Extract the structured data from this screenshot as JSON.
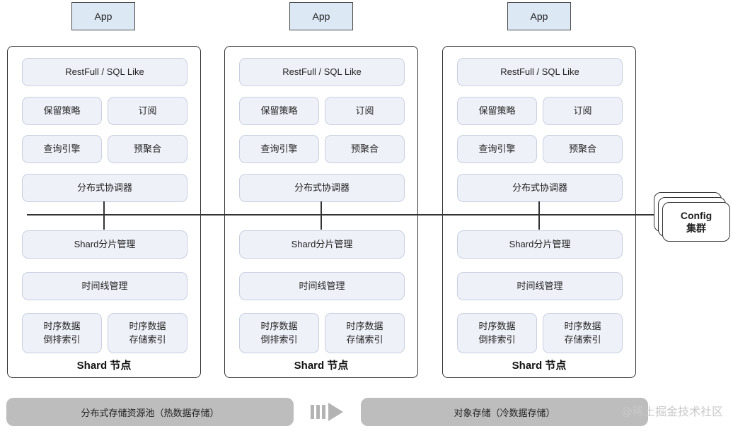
{
  "apps": [
    "App",
    "App",
    "App"
  ],
  "nodes": [
    {
      "api": "RestFull / SQL Like",
      "retention": "保留策略",
      "subscribe": "订阅",
      "query_engine": "查询引擎",
      "pre_agg": "预聚合",
      "coordinator": "分布式协调器",
      "shard_mgmt": "Shard分片管理",
      "timeline_mgmt": "时间线管理",
      "ts_inverted_1": "时序数据",
      "ts_inverted_2": "倒排索引",
      "ts_storage_1": "时序数据",
      "ts_storage_2": "存储索引",
      "title": "Shard 节点"
    },
    {
      "api": "RestFull / SQL Like",
      "retention": "保留策略",
      "subscribe": "订阅",
      "query_engine": "查询引擎",
      "pre_agg": "预聚合",
      "coordinator": "分布式协调器",
      "shard_mgmt": "Shard分片管理",
      "timeline_mgmt": "时间线管理",
      "ts_inverted_1": "时序数据",
      "ts_inverted_2": "倒排索引",
      "ts_storage_1": "时序数据",
      "ts_storage_2": "存储索引",
      "title": "Shard 节点"
    },
    {
      "api": "RestFull / SQL Like",
      "retention": "保留策略",
      "subscribe": "订阅",
      "query_engine": "查询引擎",
      "pre_agg": "预聚合",
      "coordinator": "分布式协调器",
      "shard_mgmt": "Shard分片管理",
      "timeline_mgmt": "时间线管理",
      "ts_inverted_1": "时序数据",
      "ts_inverted_2": "倒排索引",
      "ts_storage_1": "时序数据",
      "ts_storage_2": "存储索引",
      "title": "Shard 节点"
    }
  ],
  "config": {
    "line1": "Config",
    "line2": "集群"
  },
  "storage": {
    "hot": "分布式存储资源池（热数据存储）",
    "cold": "对象存储（冷数据存储）"
  },
  "watermark": "@稀土掘金技术社区",
  "colors": {
    "pill_bg": "#eef1f8",
    "app_bg": "#dde8f5",
    "storage_bar": "#bdbdbd"
  }
}
